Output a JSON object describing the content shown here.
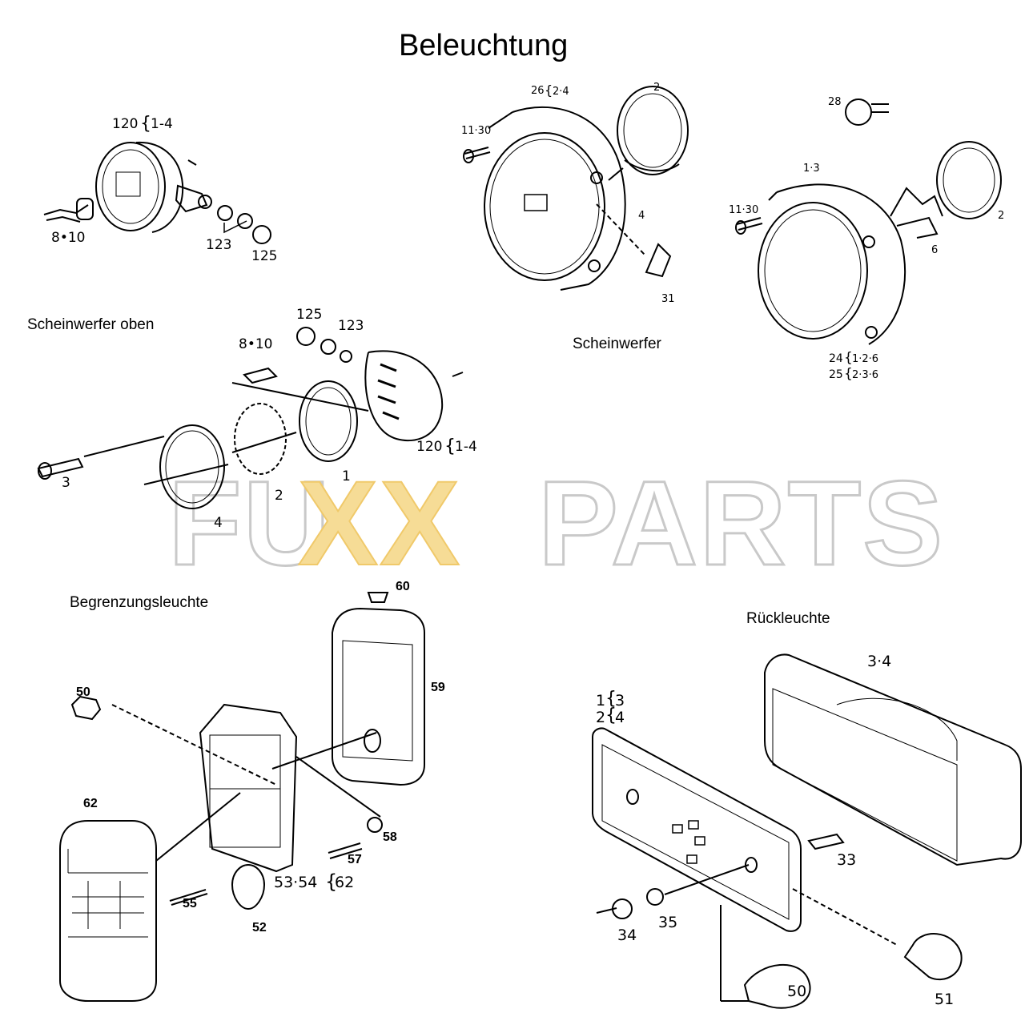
{
  "title": "Beleuchtung",
  "watermark": {
    "text_left": "FU",
    "text_xx": "XX",
    "text_right": "PARTS",
    "xx_color": "#f5d27a",
    "outline_color": "#c8c8c8"
  },
  "sections": {
    "scheinwerfer_oben": "Scheinwerfer oben",
    "scheinwerfer": "Scheinwerfer",
    "begrenzungsleuchte": "Begrenzungsleuchte",
    "rueckleuchte": "Rückleuchte"
  },
  "callouts": {
    "top_left": {
      "c120": "120",
      "c120_ref": "1-4",
      "c8_10": "8•10",
      "c123": "123",
      "c125": "125"
    },
    "top_center": {
      "c26": "26",
      "c26_ref": "2·4",
      "c2": "2",
      "c11_30": "11·30",
      "c4": "4",
      "c31": "31"
    },
    "top_right": {
      "c28": "28",
      "c1_3": "1·3",
      "c11_30": "11·30",
      "c2": "2",
      "c6": "6",
      "c24": "24",
      "c24_ref": "1·2·6",
      "c25": "25",
      "c25_ref": "2·3·6"
    },
    "middle_left": {
      "c125": "125",
      "c123": "123",
      "c8_10": "8•10",
      "c120": "120",
      "c120_ref": "1-4",
      "c3": "3",
      "c2": "2",
      "c1": "1",
      "c4": "4"
    },
    "begrenzung": {
      "c60": "60",
      "c59": "59",
      "c50": "50",
      "c62": "62",
      "c58": "58",
      "c57": "57",
      "c53_54": "53·54",
      "c62_ref": "62",
      "c55": "55",
      "c52": "52"
    },
    "rueck": {
      "c3_4": "3·4",
      "c1": "1",
      "c1_ref": "3",
      "c2": "2",
      "c2_ref": "4",
      "c33": "33",
      "c34": "34",
      "c35": "35",
      "c50": "50",
      "c51": "51"
    }
  }
}
